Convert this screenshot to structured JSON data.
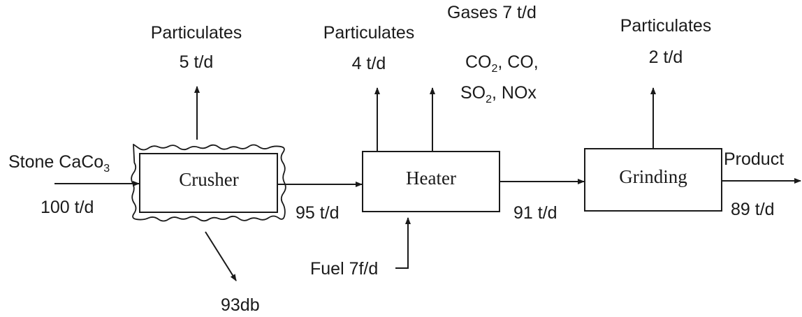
{
  "units": {
    "crusher": {
      "label": "Crusher"
    },
    "heater": {
      "label": "Heater"
    },
    "grinding": {
      "label": "Grinding"
    }
  },
  "streams": {
    "feed_name": "Stone CaCo",
    "feed_sub": "3",
    "feed_rate": "100 t/d",
    "crusher_out_rate": "95 t/d",
    "heater_out_rate": "91 t/d",
    "product_label": "Product",
    "product_rate": "89 t/d",
    "fuel": "Fuel 7f/d",
    "crusher_waste": "93db"
  },
  "emissions": {
    "crusher": {
      "label": "Particulates",
      "rate": "5 t/d"
    },
    "heater": {
      "label": "Particulates",
      "rate": "4 t/d"
    },
    "gases": {
      "title": "Gases  7 t/d",
      "line1_a": "CO",
      "line1_a_sub": "2",
      "line1_b": ", CO,",
      "line2_a": "SO",
      "line2_a_sub": "2",
      "line2_b": ", NOx"
    },
    "grinding": {
      "label": "Particulates",
      "rate": "2 t/d"
    }
  }
}
